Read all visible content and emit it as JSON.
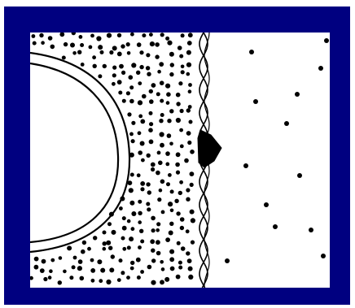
{
  "figure": {
    "border_color": "#000080",
    "panel_color": "#ffffff",
    "ink_color": "#000000",
    "description_parts": [
      "cell-outline",
      "particle-field-dense",
      "membrane-strands",
      "channel-protein",
      "particle-field-sparse"
    ]
  }
}
